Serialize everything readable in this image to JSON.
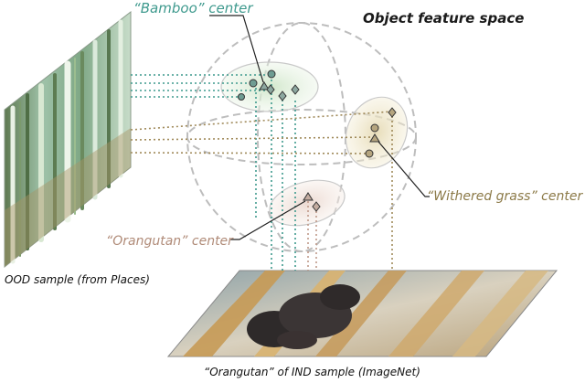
{
  "title": "Object feature space",
  "labels": {
    "bamboo_center": "“Bamboo” center",
    "withered_center": "“Withered grass” center",
    "orangutan_center": "“Orangutan” center",
    "ood_sample": "OOD sample (from Places)",
    "ind_sample": "“Orangutan” of IND sample (ImageNet)"
  },
  "colors": {
    "bamboo": "#3f9a8e",
    "withered": "#8c7a48",
    "orangutan": "#b08b78",
    "title": "#1a1a1a",
    "sphere": "#bdbdbd",
    "marker_fill": "#6e8c86"
  },
  "icons": [
    "center-triangle-icon",
    "feature-circle-icon",
    "feature-diamond-icon"
  ]
}
